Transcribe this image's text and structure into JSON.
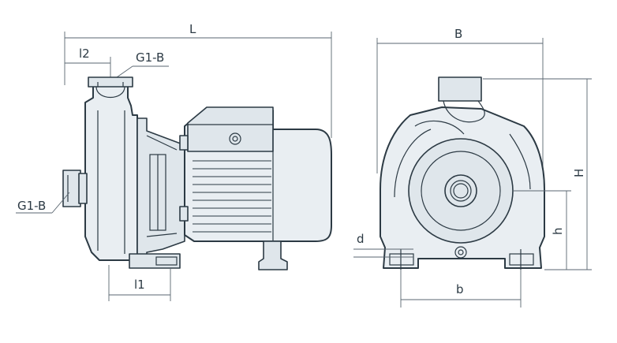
{
  "colors": {
    "outline": "#2c3a44",
    "fill": "#e9eef2",
    "background": "#ffffff"
  },
  "labels": {
    "L": "L",
    "l2": "l2",
    "outlet_thread": "G1-B",
    "inlet_thread": "G1-B",
    "l1": "l1",
    "B": "B",
    "H": "H",
    "h": "h",
    "d": "d",
    "b": "b"
  }
}
